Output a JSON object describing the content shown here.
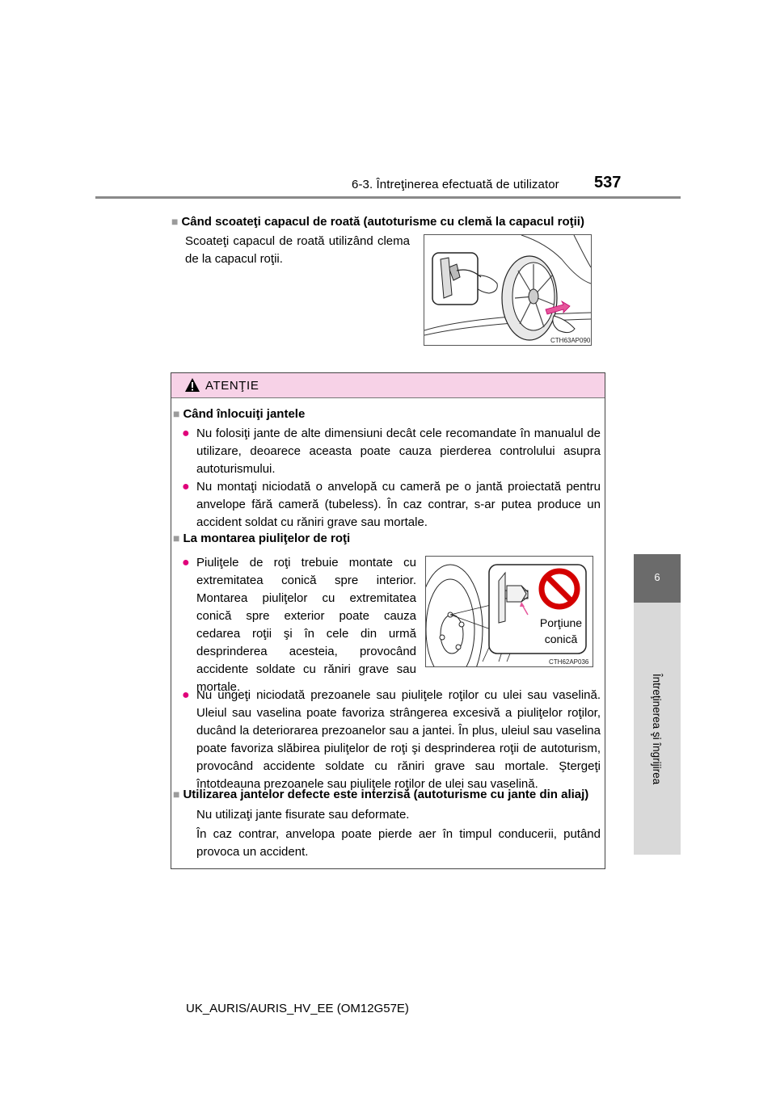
{
  "header": {
    "section_title": "6-3. Întreţinerea efectuată de utilizator",
    "page_number": "537"
  },
  "side_tab": {
    "chapter_number": "6",
    "chapter_title": "Întreţinerea şi îngrijirea"
  },
  "section": {
    "title": "Când scoateţi capacul de roată (autoturisme cu clemă la capacul roţii)",
    "text": "Scoateţi capacul de roată utilizând clema de la capacul roţii.",
    "figure_code": "CTH63AP090"
  },
  "caution": {
    "title": "ATENŢIE",
    "sections": [
      {
        "title": "Când înlocuiţi jantele",
        "items": [
          "Nu folosiţi jante de alte dimensiuni decât cele recomandate în manualul de utilizare, deoarece aceasta poate cauza pierderea controlului asupra autoturismului.",
          "Nu montaţi niciodată o anvelopă cu cameră pe o jantă proiectată pentru anvelope fără cameră (tubeless). În caz contrar, s-ar putea produce un accident soldat cu răniri grave sau mortale."
        ]
      },
      {
        "title": "La montarea piuliţelor de roţi",
        "items": [
          "Piuliţele de roţi trebuie montate cu extremitatea conică spre interior. Montarea piuliţelor cu extremitatea conică spre exterior poate cauza cedarea roţii şi în cele din urmă desprinderea acesteia, provocând accidente soldate cu răniri grave sau mortale.",
          "Nu ungeţi niciodată prezoanele sau piuliţele roţilor cu ulei sau vaselină. Uleiul sau vaselina poate favoriza strângerea excesivă a piuliţelor roţilor, ducând la deteriorarea prezoanelor sau a jantei. În plus, uleiul sau vaselina poate favoriza slăbirea piuliţelor de roţi şi desprinderea roţii de autoturism, provocând accidente soldate cu răniri grave sau mortale. Ştergeţi întotdeauna prezoanele sau piuliţele roţilor de ulei sau vaselină."
        ],
        "figure_label": "Porţiune conică",
        "figure_code": "CTH62AP036"
      },
      {
        "title": "Utilizarea jantelor defecte este interzisă (autoturisme cu jante din aliaj)",
        "paragraphs": [
          "Nu utilizaţi jante fisurate sau deformate.",
          "În caz contrar, anvelopa poate pierde aer în timpul conducerii, putând provoca un accident."
        ]
      }
    ]
  },
  "footer": {
    "model_code": "UK_AURIS/AURIS_HV_EE (OM12G57E)"
  },
  "colors": {
    "caution_band": "#f7d2e7",
    "bullet": "#e0007a",
    "prohibit_red": "#d40000",
    "tab_dark": "#6b6b6b",
    "tab_light": "#d9d9d9"
  }
}
